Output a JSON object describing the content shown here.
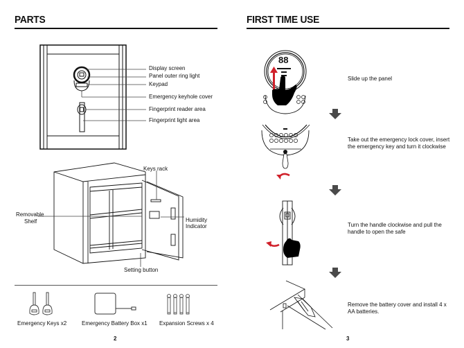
{
  "left_page": {
    "title": "PARTS",
    "front_labels": [
      "Display screen",
      "Panel outer ring light",
      "Keypad",
      "Emergency keyhole cover",
      "Fingerprint reader area",
      "Fingerprint light area"
    ],
    "open_labels": {
      "keys_rack": "Keys rack",
      "removable_shelf_line1": "Removable",
      "removable_shelf_line2": "Shelf",
      "humidity_line1": "Humidity",
      "humidity_line2": "Indicator",
      "setting_button": "Setting button"
    },
    "accessories": [
      {
        "label": "Emergency Keys x2",
        "icon": "key-icon"
      },
      {
        "label": "Emergency Battery Box x1",
        "icon": "battery-box-icon"
      },
      {
        "label": "Expansion Screws x 4",
        "icon": "screw-icon"
      }
    ],
    "page_number": "2"
  },
  "right_page": {
    "title": "FIRST TIME USE",
    "steps": [
      {
        "text": "Slide up the panel"
      },
      {
        "text": "Take out the emergency lock cover, insert the emergency key and turn it clockwise"
      },
      {
        "text": "Turn the handle clockwise and pull the handle to open the safe"
      },
      {
        "text": "Remove the battery cover and install 4 x AA batteries."
      }
    ],
    "display_digits": "88",
    "page_number": "3"
  },
  "colors": {
    "ink": "#111111",
    "accent_red": "#d0202a",
    "arrow_gray": "#4a4a4a"
  }
}
